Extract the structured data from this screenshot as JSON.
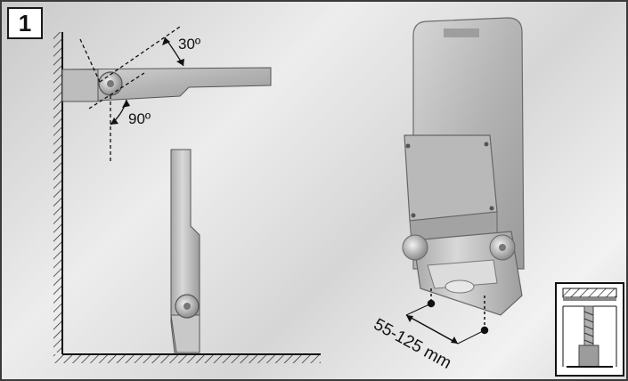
{
  "step_number": "1",
  "labels": {
    "angle_top": "30º",
    "angle_bottom": "90º",
    "distance": "55-125 mm"
  },
  "colors": {
    "metal_light": "#c8c8c8",
    "metal_dark": "#8a8a8a",
    "line": "#1a1a1a"
  }
}
